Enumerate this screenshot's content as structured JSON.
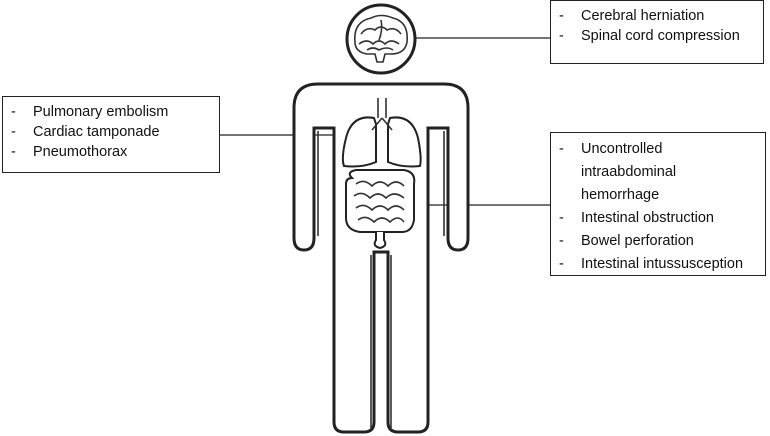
{
  "callouts": {
    "head": {
      "items": [
        "Cerebral herniation",
        "Spinal cord compression"
      ],
      "bullet": "-"
    },
    "chest": {
      "items": [
        "Pulmonary embolism",
        "Cardiac tamponade",
        "Pneumothorax"
      ],
      "bullet": "-"
    },
    "abdomen": {
      "items": [
        "Uncontrolled intraabdominal hemorrhage",
        "Intestinal obstruction",
        "Bowel perforation",
        "Intestinal intussusception"
      ],
      "bullet": "-"
    }
  },
  "icons": {
    "body": "human-silhouette",
    "head_organ": "brain",
    "chest_organ": "lungs",
    "abdomen_organ": "intestines"
  }
}
